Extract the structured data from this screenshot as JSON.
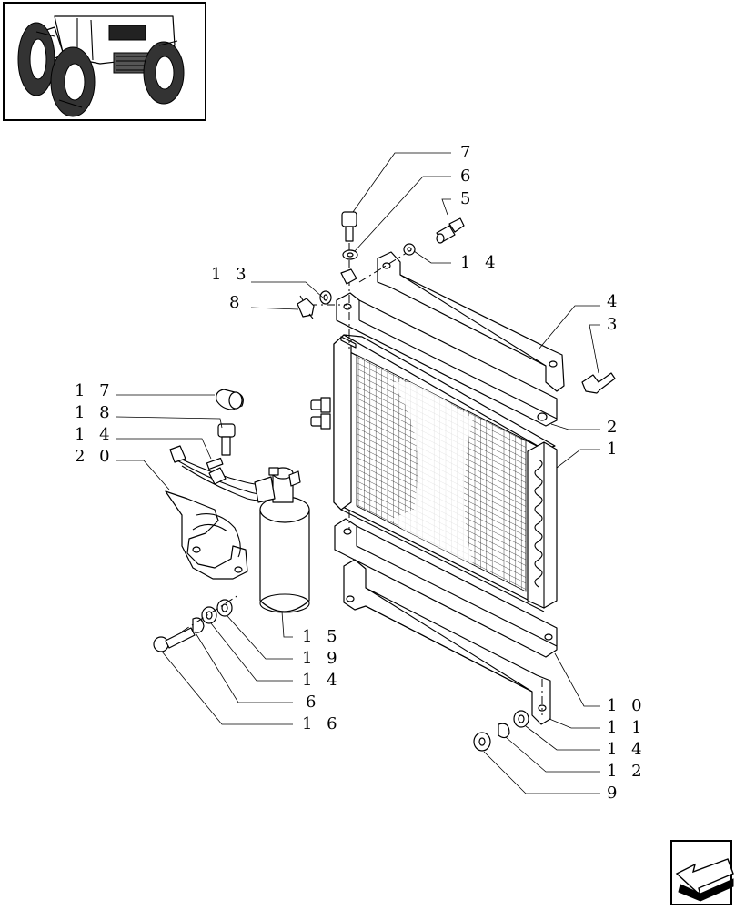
{
  "callouts": [
    {
      "id": "7",
      "text": "7"
    },
    {
      "id": "6a",
      "text": "6"
    },
    {
      "id": "5",
      "text": "5"
    },
    {
      "id": "14a",
      "text": "1 4"
    },
    {
      "id": "13",
      "text": "1 3"
    },
    {
      "id": "8",
      "text": "8"
    },
    {
      "id": "4",
      "text": "4"
    },
    {
      "id": "3",
      "text": "3"
    },
    {
      "id": "17",
      "text": "1 7"
    },
    {
      "id": "18",
      "text": "1 8"
    },
    {
      "id": "14b",
      "text": "1 4"
    },
    {
      "id": "20",
      "text": "2 0"
    },
    {
      "id": "2",
      "text": "2"
    },
    {
      "id": "1",
      "text": "1"
    },
    {
      "id": "15",
      "text": "1 5"
    },
    {
      "id": "19",
      "text": "1 9"
    },
    {
      "id": "14c",
      "text": "1 4"
    },
    {
      "id": "6b",
      "text": "6"
    },
    {
      "id": "16",
      "text": "1 6"
    },
    {
      "id": "10",
      "text": "1 0"
    },
    {
      "id": "11",
      "text": "1 1"
    },
    {
      "id": "14d",
      "text": "1 4"
    },
    {
      "id": "12",
      "text": "1 2"
    },
    {
      "id": "9",
      "text": "9"
    }
  ],
  "icons": {
    "thumbnail": "tractor-front-thumbnail-icon",
    "nav": "next-page-arrow-icon"
  }
}
